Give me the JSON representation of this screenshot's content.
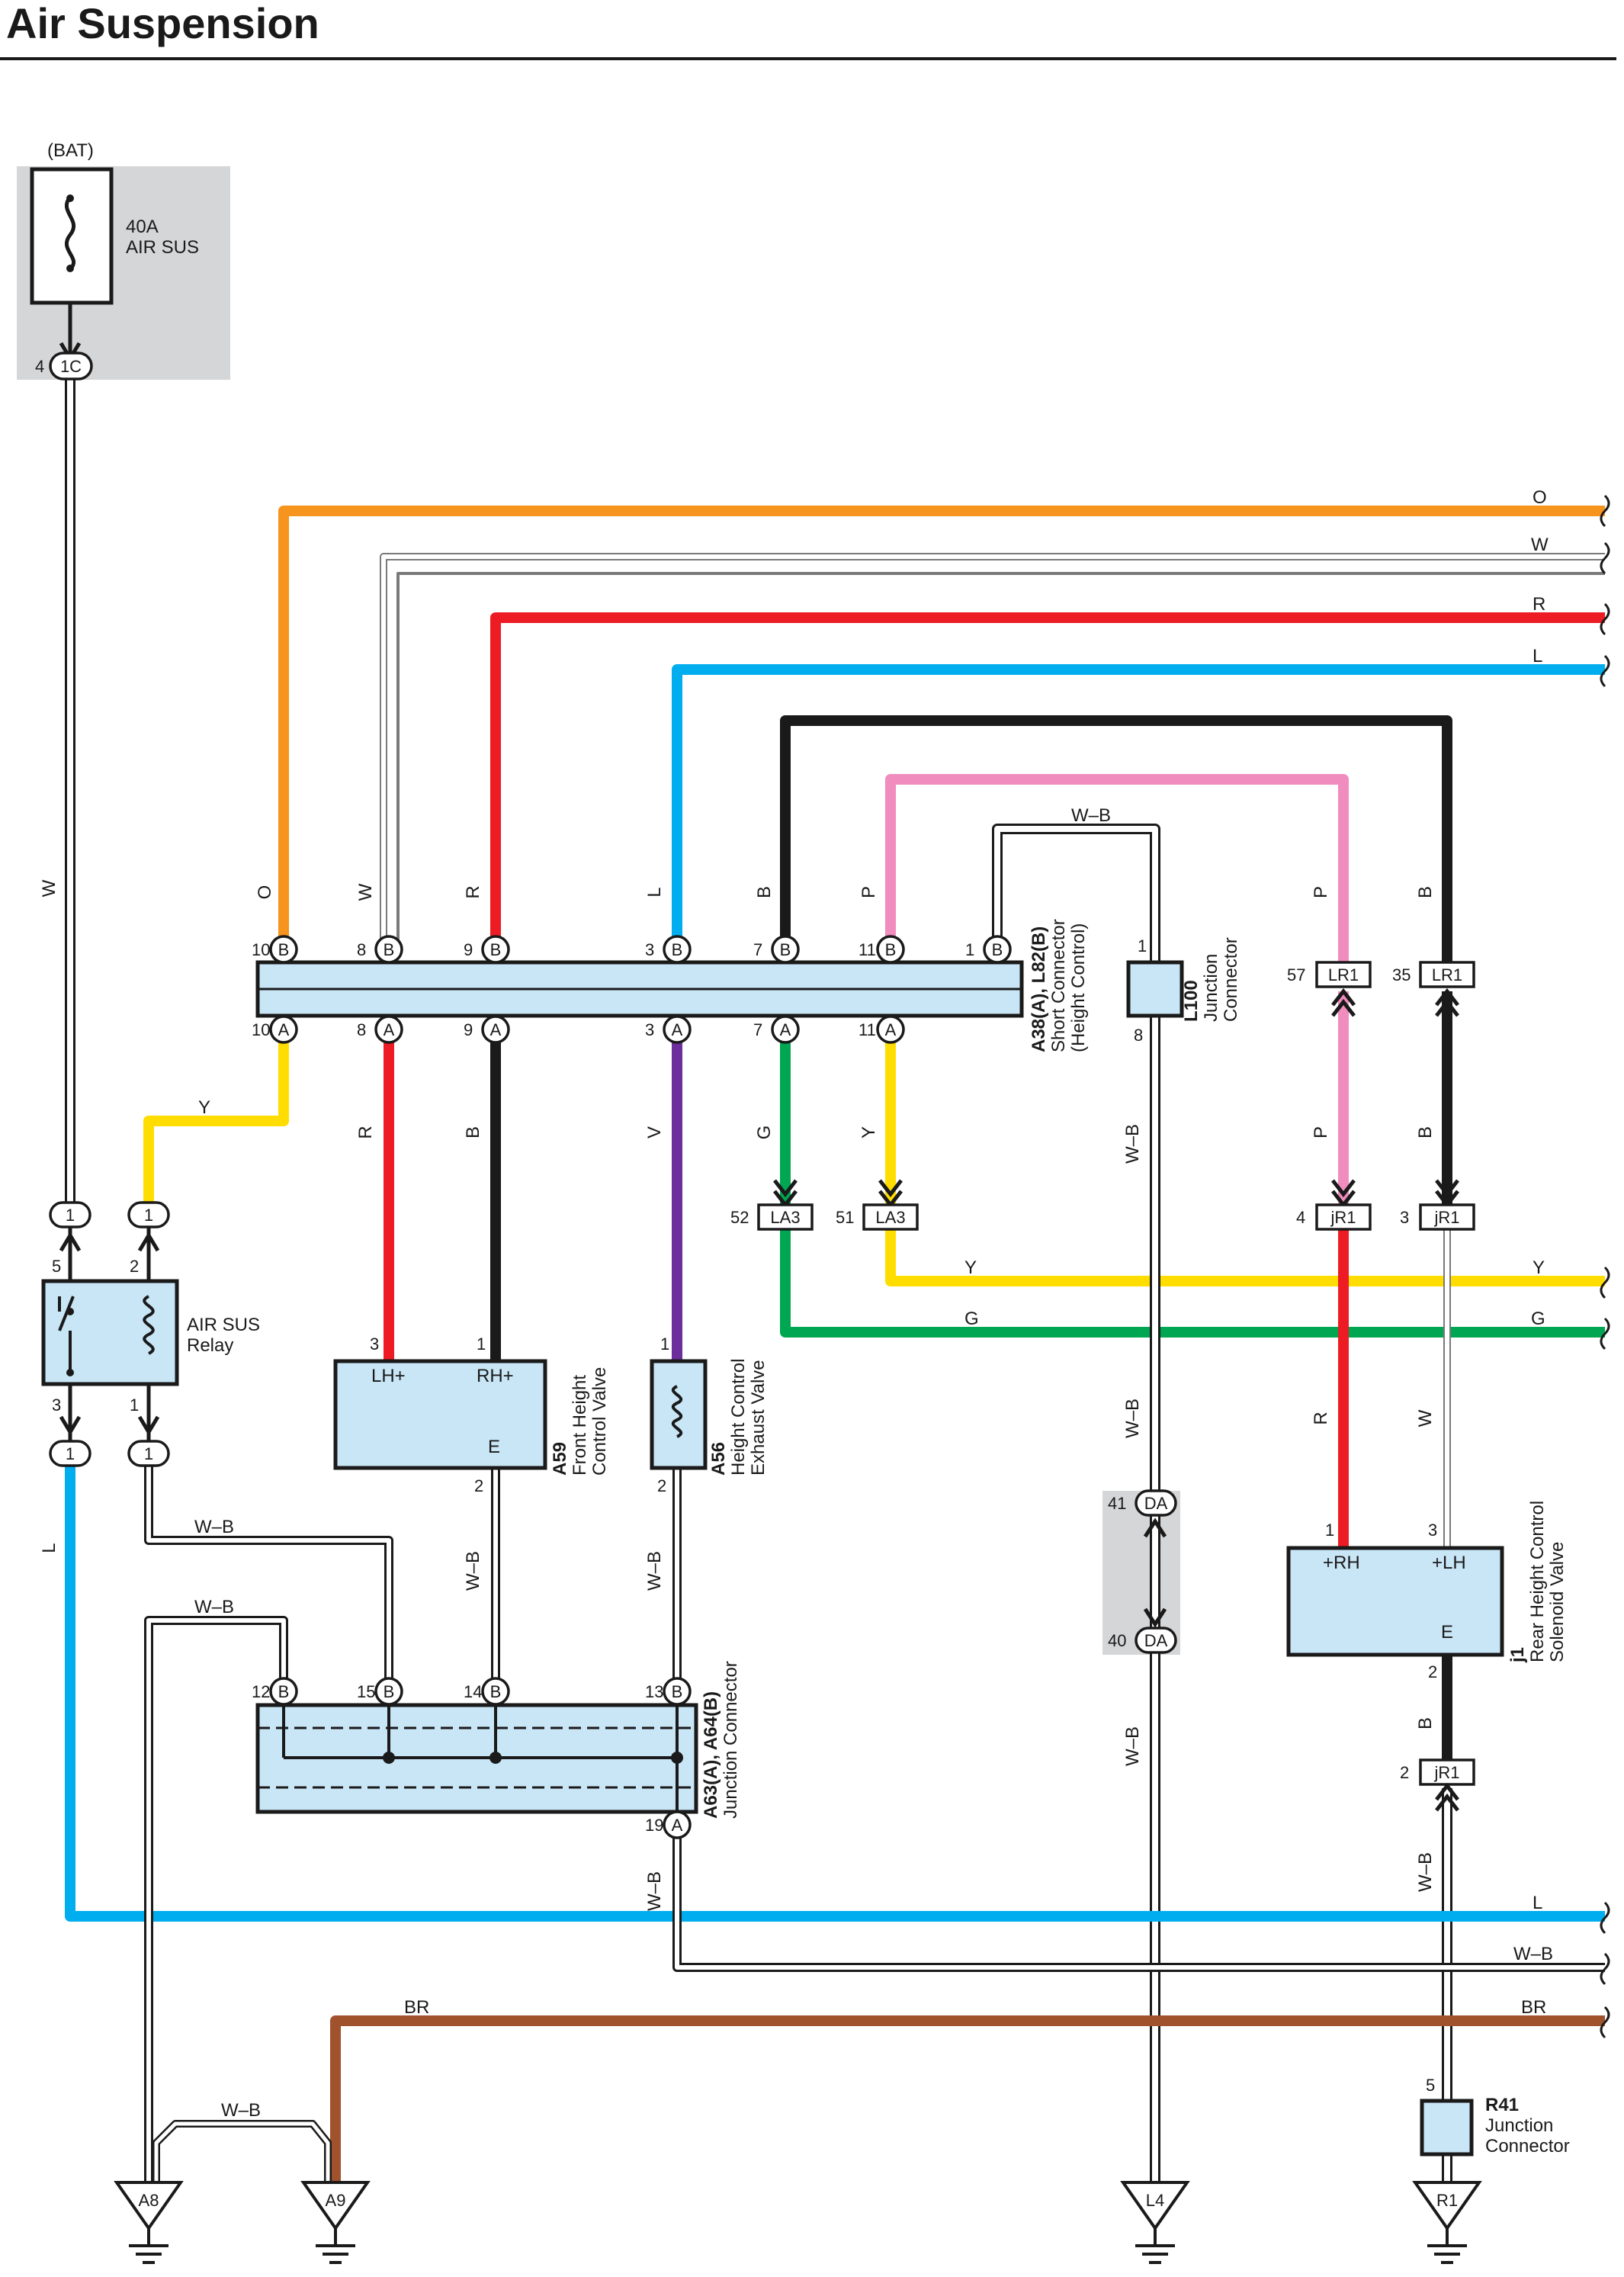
{
  "title": "Air Suspension",
  "battery": {
    "source": "(BAT)",
    "fuse_amp": "40A",
    "fuse_name": "AIR SUS",
    "pin": "4",
    "tag": "1C"
  },
  "relay": {
    "name_line1": "AIR SUS",
    "name_line2": "Relay",
    "pins": [
      "5",
      "2",
      "3",
      "1"
    ],
    "terminal_tag": "1"
  },
  "components": {
    "a38": {
      "name": "A38(A), L82(B)",
      "desc_line1": "Short Connector",
      "desc_line2": "(Height Control)",
      "top_pins": [
        "10",
        "8",
        "9",
        "3",
        "7",
        "11",
        "1"
      ],
      "top_tag": "B",
      "bottom_pins": [
        "10",
        "8",
        "9",
        "3",
        "7",
        "11"
      ],
      "bottom_tag": "A"
    },
    "l100": {
      "name": "L100",
      "desc_line1": "Junction",
      "desc_line2": "Connector",
      "pin_top": "1",
      "pin_bottom": "8"
    },
    "a59": {
      "name": "A59",
      "desc_line1": "Front Height",
      "desc_line2": "Control Valve",
      "term_lh": "LH+",
      "term_rh": "RH+",
      "term_e": "E",
      "pin_lh": "3",
      "pin_rh": "1",
      "pin_e": "2"
    },
    "a56": {
      "name": "A56",
      "desc_line1": "Height Control",
      "desc_line2": "Exhaust Valve",
      "pin_top": "1",
      "pin_bottom": "2"
    },
    "j1": {
      "name": "j1",
      "desc_line1": "Rear Height Control",
      "desc_line2": "Solenoid Valve",
      "term_rh": "+RH",
      "term_lh": "+LH",
      "term_e": "E",
      "pin_rh": "1",
      "pin_lh": "3",
      "pin_e": "2"
    },
    "a63": {
      "name": "A63(A), A64(B)",
      "desc": "Junction Connector",
      "top_pins": [
        "12",
        "15",
        "14",
        "13"
      ],
      "top_tag": "B",
      "bottom_pin": "19",
      "bottom_tag": "A"
    },
    "r41": {
      "name": "R41",
      "desc_line1": "Junction",
      "desc_line2": "Connector",
      "pin": "5"
    }
  },
  "connectors": {
    "lr1": {
      "tag": "LR1",
      "pins": [
        "57",
        "35"
      ]
    },
    "la3": {
      "tag": "LA3",
      "pins": [
        "52",
        "51"
      ]
    },
    "jr1": {
      "tag": "jR1",
      "pins": [
        "4",
        "3",
        "2"
      ]
    },
    "da": {
      "tag": "DA",
      "pins": [
        "41",
        "40"
      ]
    }
  },
  "grounds": [
    "A8",
    "A9",
    "L4",
    "R1"
  ],
  "wire_labels": {
    "W": "W",
    "O": "O",
    "R": "R",
    "L": "L",
    "B": "B",
    "P": "P",
    "Y": "Y",
    "G": "G",
    "V": "V",
    "WB": "W–B",
    "BR": "BR"
  },
  "wire_colors": {
    "orange": "#f7941d",
    "red": "#ed1c24",
    "blue": "#00aeef",
    "black": "#1a1a1a",
    "pink": "#f08cbe",
    "yellow": "#ffdd00",
    "green": "#00a651",
    "violet": "#6c2e9c",
    "brown": "#a0522d",
    "white": "#ffffff"
  }
}
